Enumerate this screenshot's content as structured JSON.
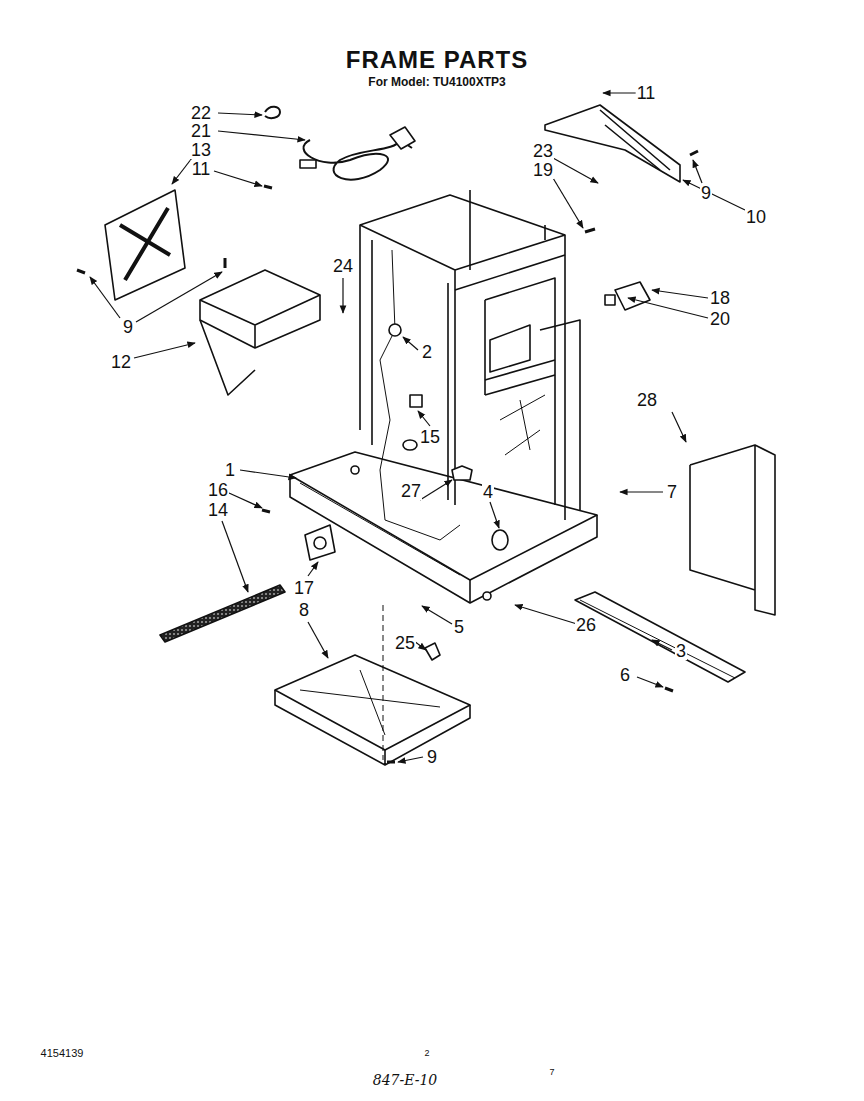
{
  "diagram": {
    "title": "FRAME PARTS",
    "labels": [
      "For Model: TU4100XTP3",
      "22",
      "21",
      "13",
      "11",
      "11",
      "23",
      "19",
      "9",
      "10",
      "24",
      "9",
      "12",
      "2",
      "18",
      "20",
      "28",
      "15",
      "1",
      "16",
      "14",
      "27",
      "4",
      "7",
      "17",
      "8",
      "5",
      "25",
      "26",
      "3",
      "6",
      "9",
      "4154139",
      "2",
      "847-E-10",
      "7"
    ]
  }
}
